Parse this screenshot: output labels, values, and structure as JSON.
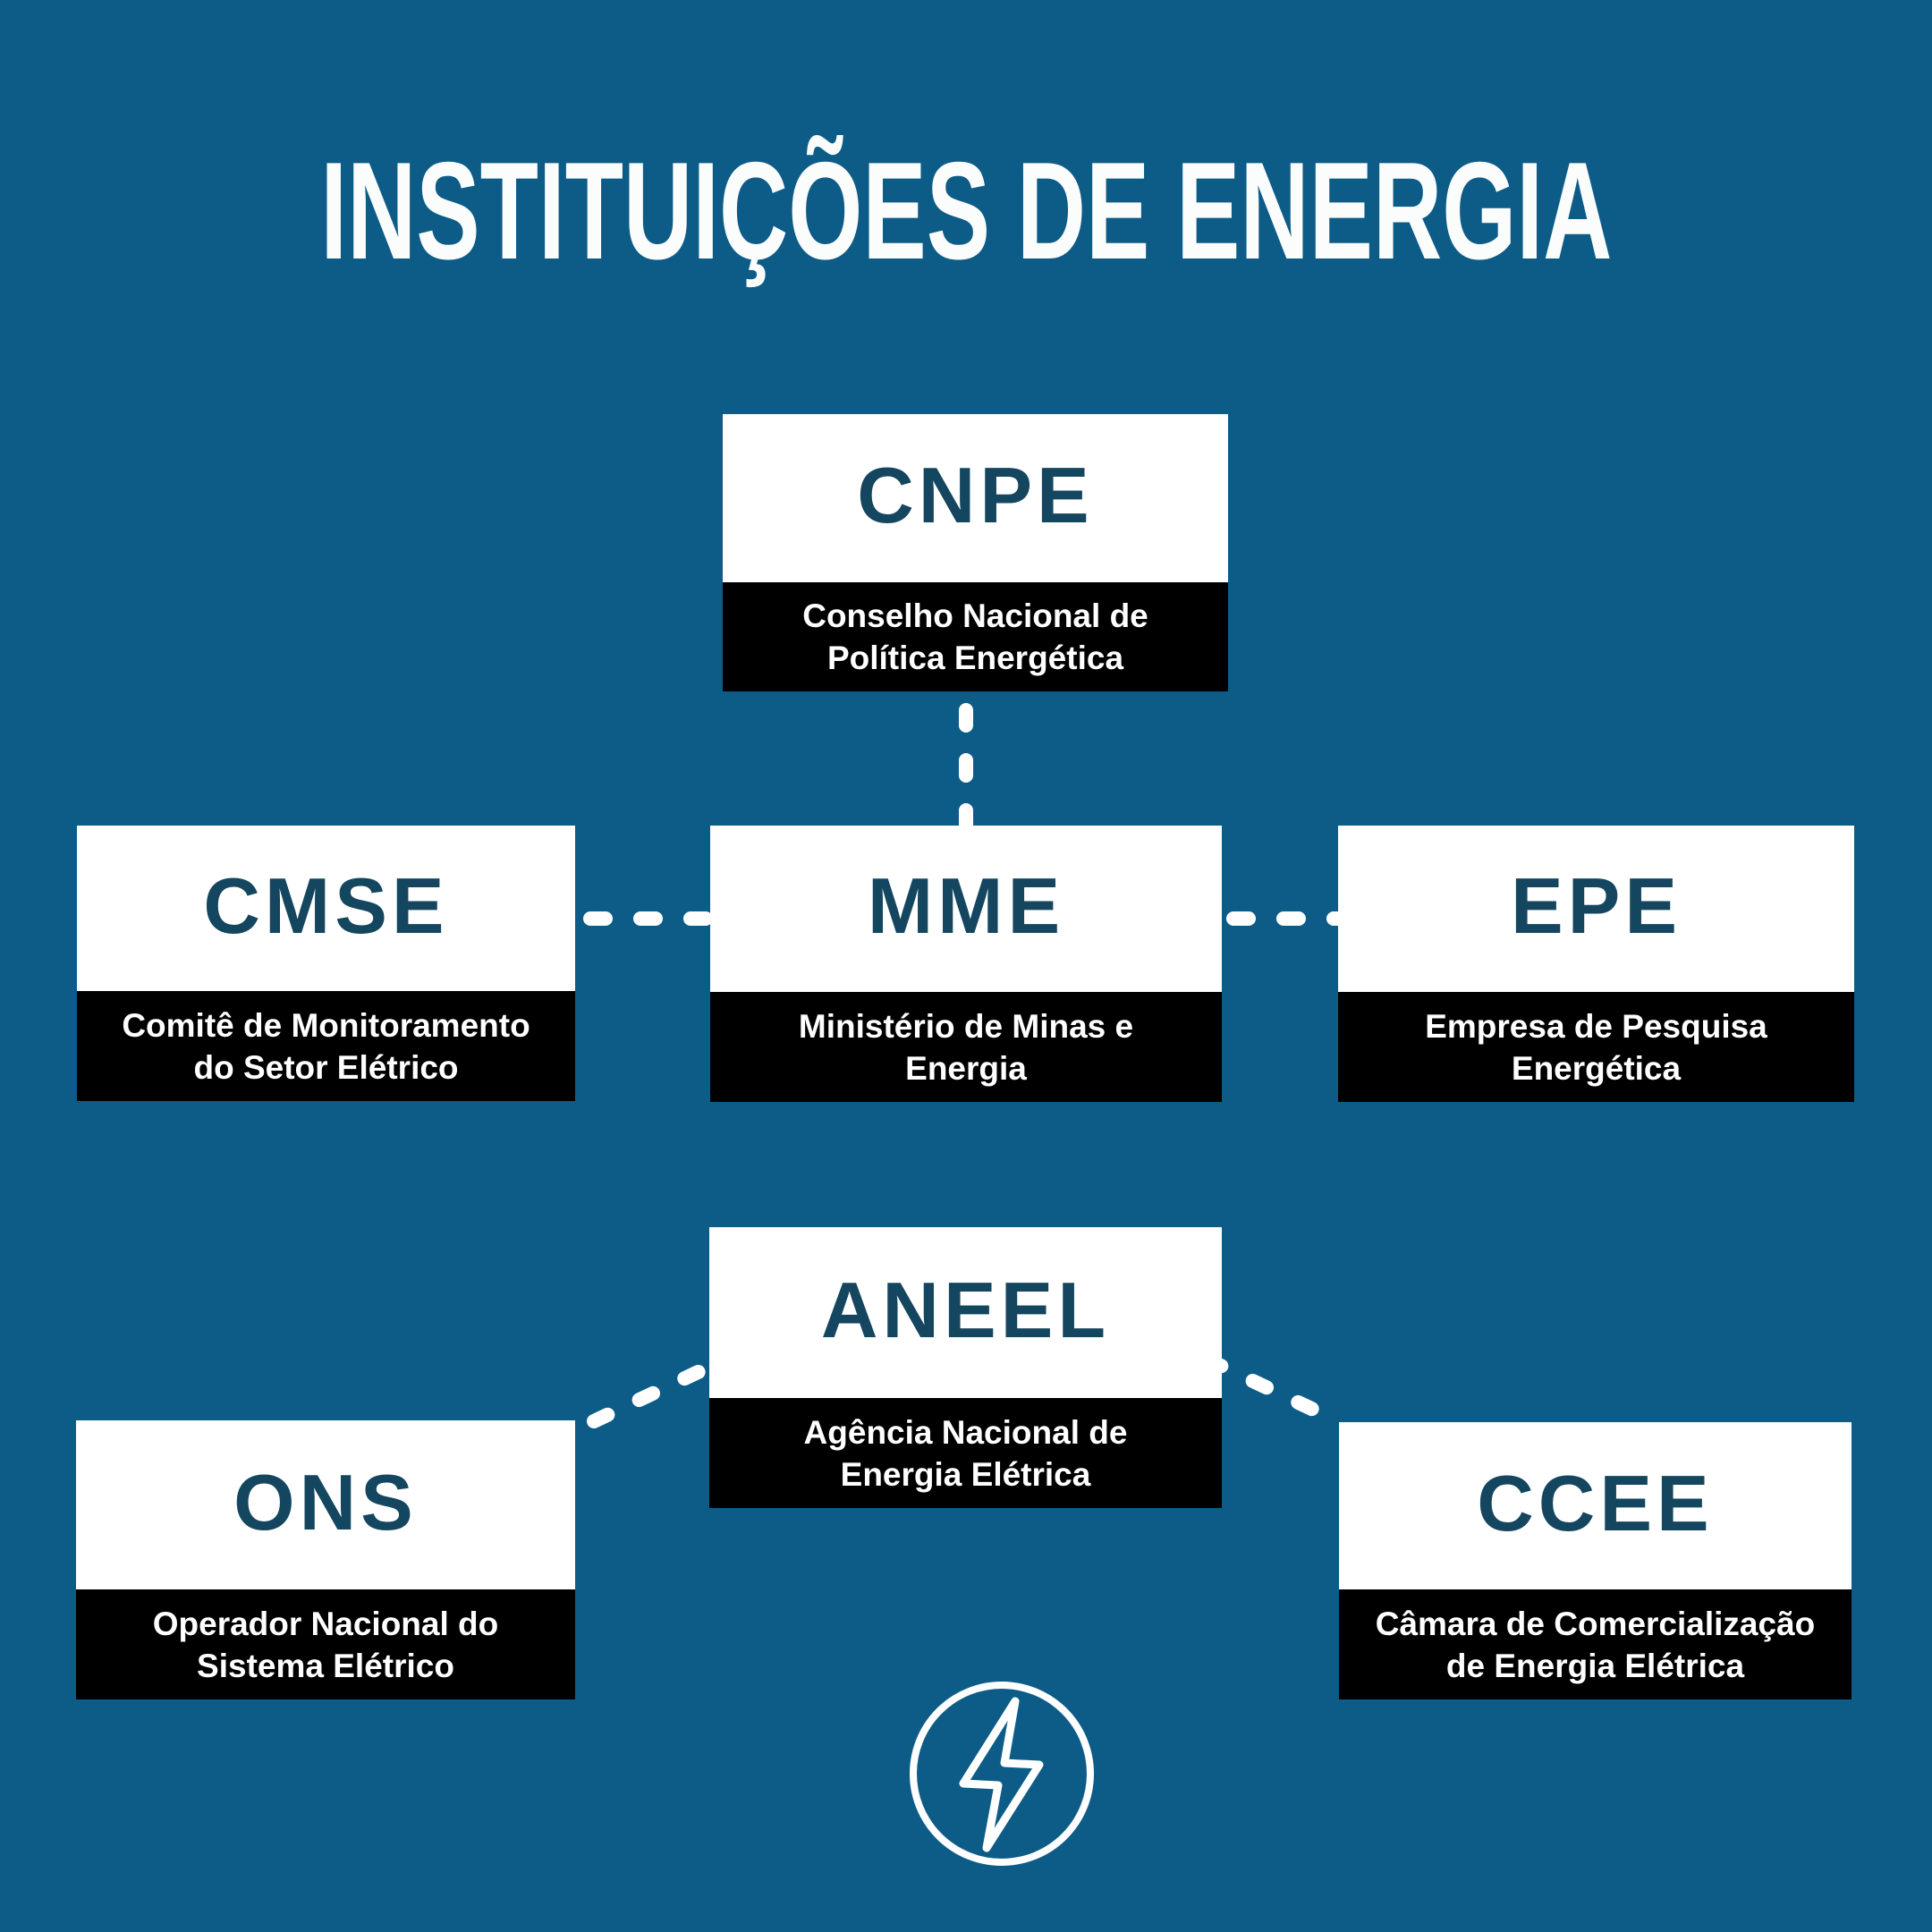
{
  "title": "INSTITUIÇÕES DE ENERGIA",
  "nodes": [
    {
      "id": "cnpe",
      "acronym": "CNPE",
      "lines": [
        "Conselho Nacional de",
        "Política Energética"
      ]
    },
    {
      "id": "cmse",
      "acronym": "CMSE",
      "lines": [
        "Comitê de Monitoramento",
        "do Setor Elétrico"
      ]
    },
    {
      "id": "mme",
      "acronym": "MME",
      "lines": [
        "Ministério de Minas e",
        "Energia"
      ]
    },
    {
      "id": "epe",
      "acronym": "EPE",
      "lines": [
        "Empresa de Pesquisa",
        "Energética"
      ]
    },
    {
      "id": "aneel",
      "acronym": "ANEEL",
      "lines": [
        "Agência Nacional de",
        "Energia Elétrica"
      ]
    },
    {
      "id": "ons",
      "acronym": "ONS",
      "lines": [
        "Operador Nacional do",
        "Sistema Elétrico"
      ]
    },
    {
      "id": "ccee",
      "acronym": "CCEE",
      "lines": [
        "Câmara de Comercialização",
        "de Energia Elétrica"
      ]
    }
  ],
  "edges": [
    {
      "from": "CNPE",
      "to": "MME",
      "style": "dashed"
    },
    {
      "from": "CMSE",
      "to": "MME",
      "style": "dashed"
    },
    {
      "from": "MME",
      "to": "EPE",
      "style": "dashed"
    },
    {
      "from": "ANEEL",
      "to": "ONS",
      "style": "dashed"
    },
    {
      "from": "ANEEL",
      "to": "CCEE",
      "style": "dashed"
    }
  ],
  "footer_icon": "lightning-bolt-in-circle",
  "colors": {
    "background": "#0D5C88",
    "box_background": "#FFFFFF",
    "caption_background": "#000000",
    "acronym_text": "#15465F",
    "caption_text": "#FFFFFF",
    "title_text": "#FBFDFD",
    "connector": "#FFFFFF"
  }
}
